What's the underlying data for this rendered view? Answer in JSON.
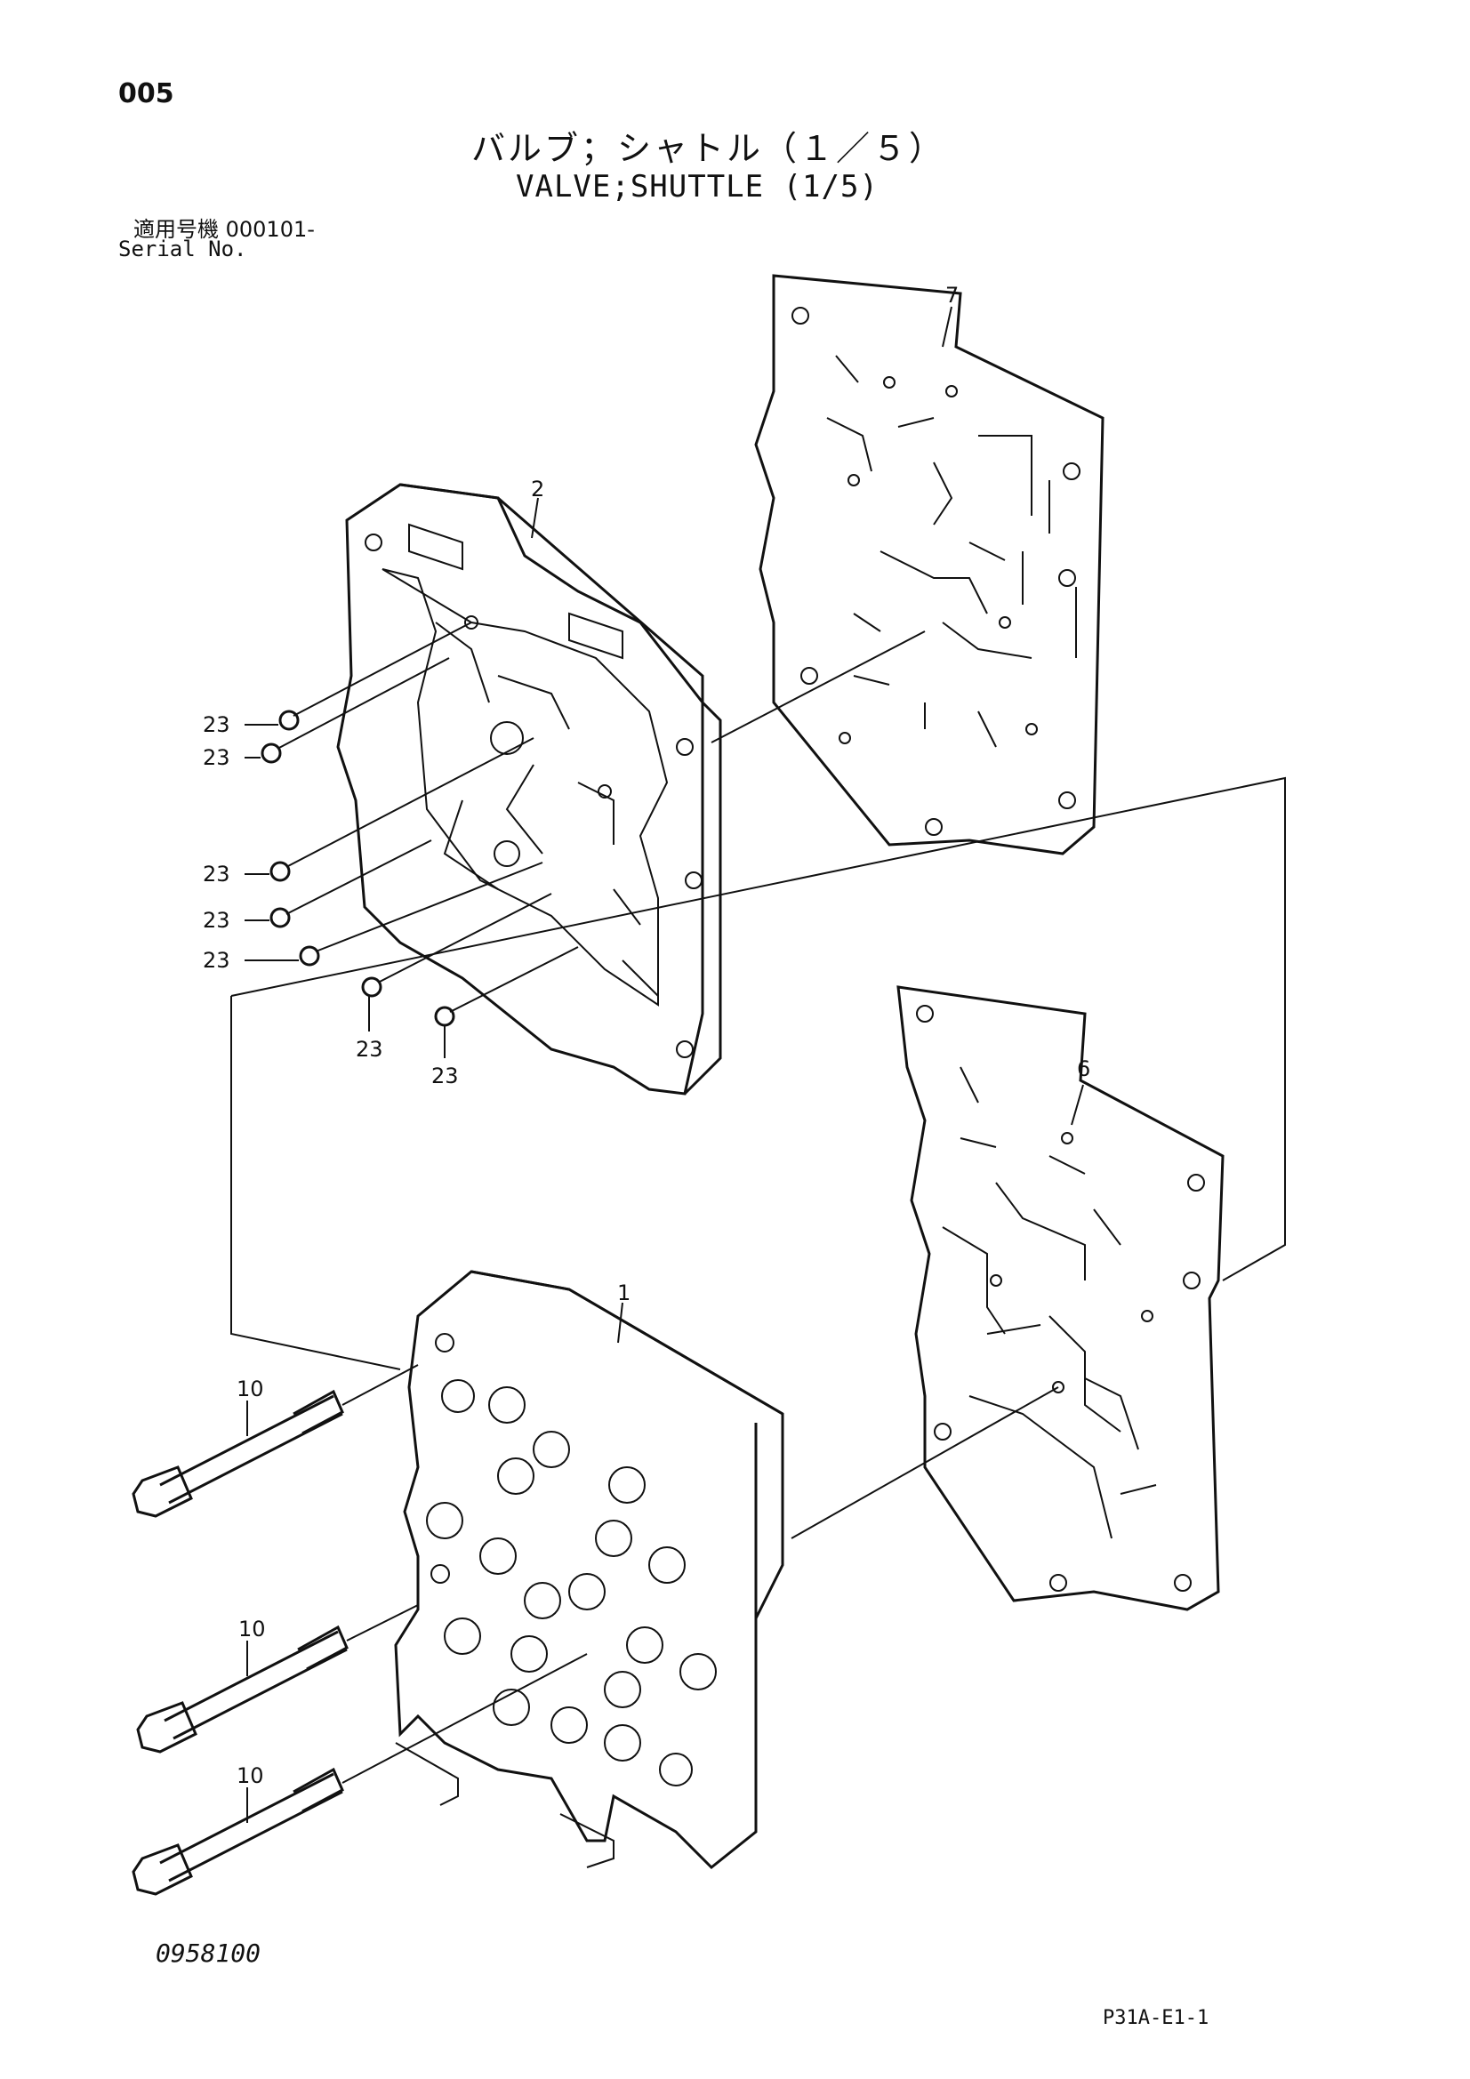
{
  "header": {
    "page_code": "005",
    "title_jp": "バルブ；シャトル（１／５）",
    "title_en": "VALVE;SHUTTLE (1/5)",
    "serial_label_jp": "適用号機  000101-",
    "serial_label_en": "Serial No."
  },
  "callouts": {
    "part_1": "1",
    "part_2": "2",
    "part_6": "6",
    "part_7": "7",
    "part_10": "10",
    "part_23": "23"
  },
  "footer": {
    "drawing_number": "0958100",
    "page_reference": "P31A-E1-1"
  },
  "icons": [
    "valve-body-illustration",
    "shuttle-block-illustration",
    "plate-gasket-illustration",
    "bolt-illustration",
    "orifice-illustration"
  ]
}
